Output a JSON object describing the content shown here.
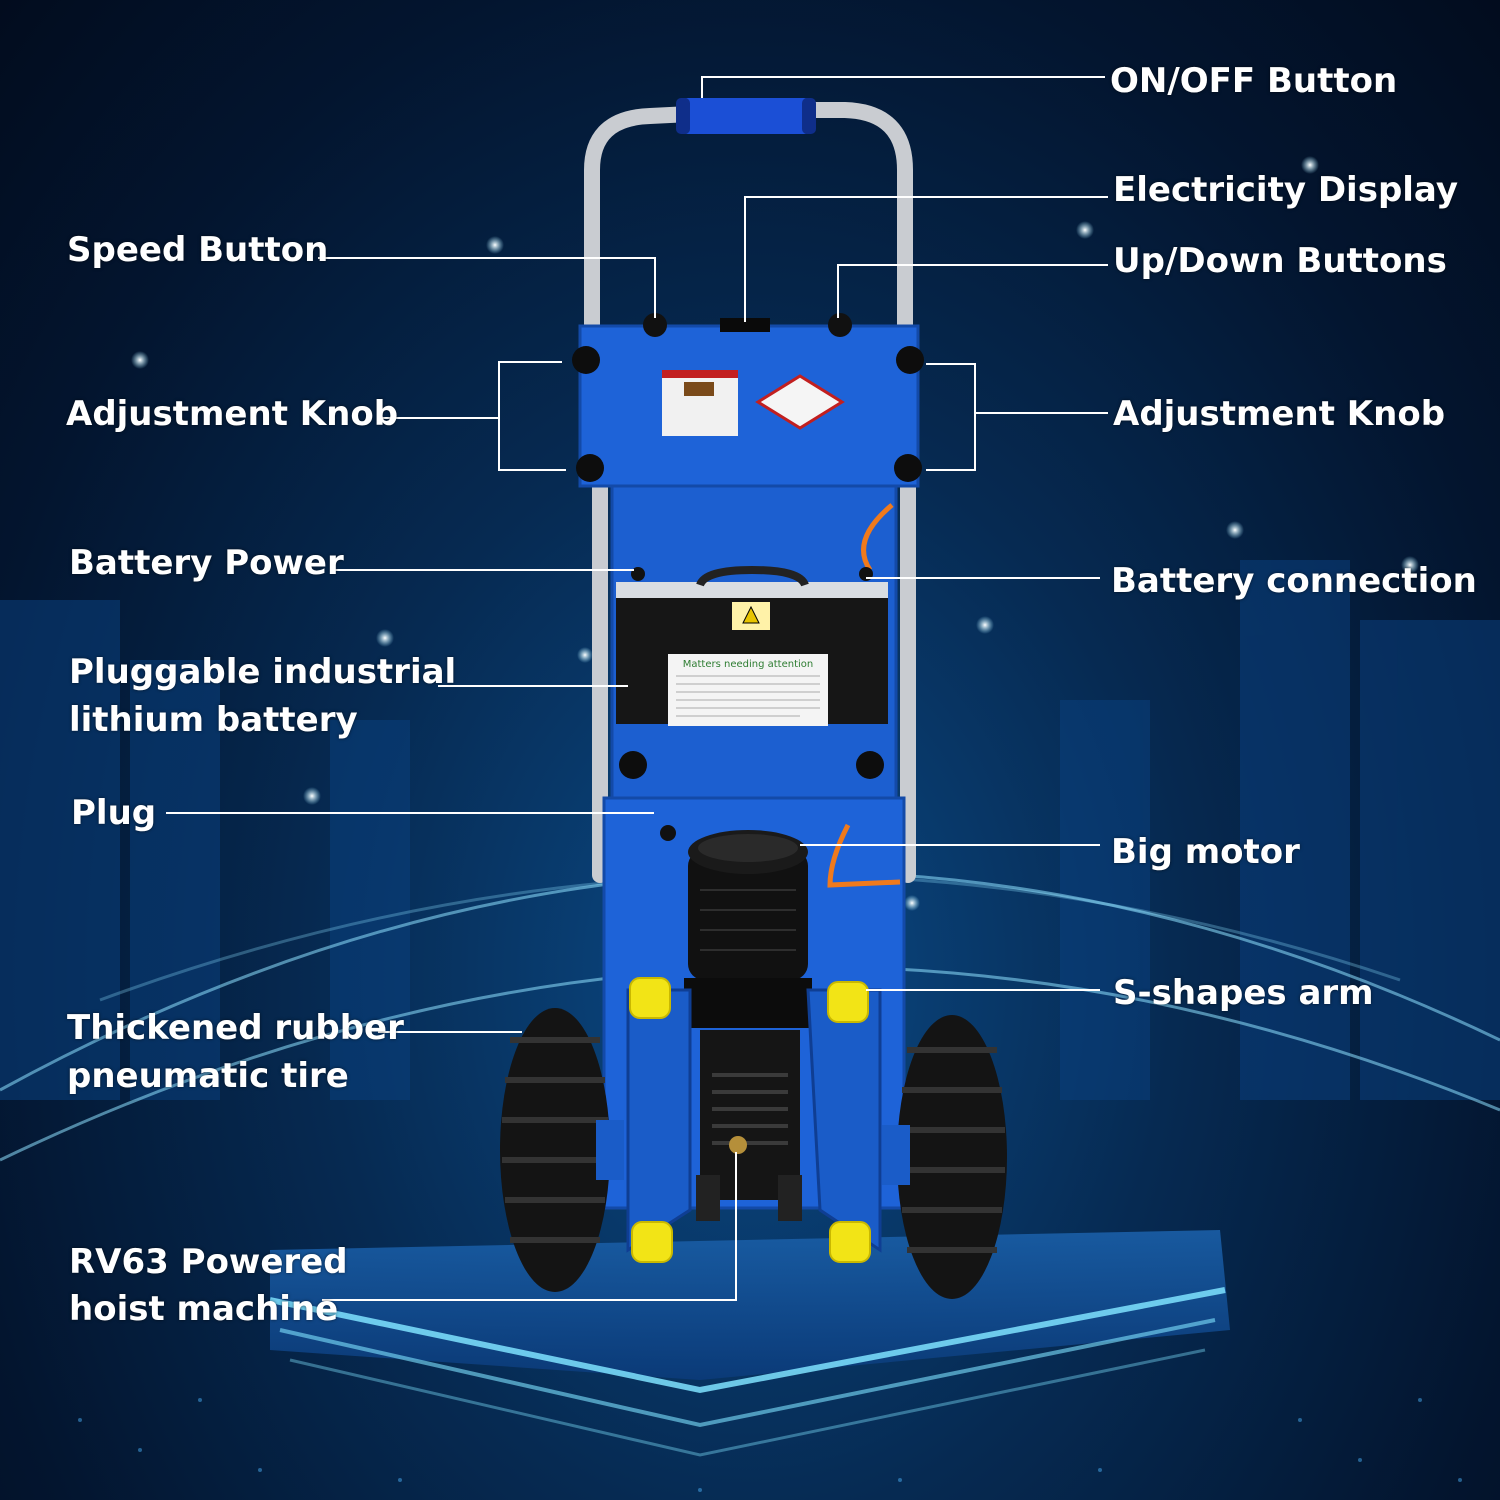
{
  "callouts": {
    "on_off_button": "ON/OFF Button",
    "electricity_display": "Electricity Display",
    "speed_button": "Speed Button",
    "up_down_buttons": "Up/Down Buttons",
    "adjustment_knob_left": "Adjustment Knob",
    "adjustment_knob_right": "Adjustment Knob",
    "battery_power": "Battery Power",
    "battery_connection": "Battery connection",
    "pluggable_battery_line1": "Pluggable industrial",
    "pluggable_battery_line2": "lithium battery",
    "plug": "Plug",
    "big_motor": "Big motor",
    "s_shapes_arm": "S-shapes arm",
    "rubber_tire_line1": "Thickened rubber",
    "rubber_tire_line2": "pneumatic tire",
    "hoist_machine_line1": "RV63 Powered",
    "hoist_machine_line2": "hoist machine"
  },
  "battery_sticker": {
    "title": "Matters needing attention"
  },
  "colors": {
    "frame_blue": "#1e63d8",
    "handle_grip": "#1b4fd6",
    "background": "#062a52",
    "glow": "#5fd0ff",
    "label_text": "#ffffff"
  }
}
